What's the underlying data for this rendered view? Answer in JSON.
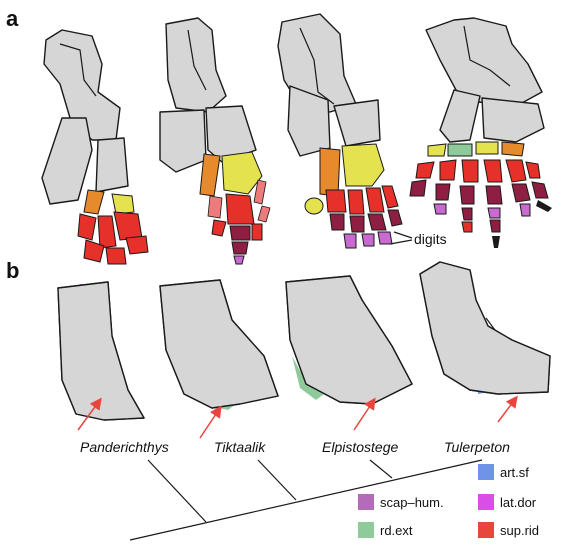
{
  "panels": {
    "a": {
      "letter": "a",
      "callout": "digits"
    },
    "b": {
      "letter": "b"
    }
  },
  "taxa": [
    "Panderichthys",
    "Tiktaalik",
    "Elpistostege",
    "Tulerpeton"
  ],
  "legend": [
    {
      "label": "art.sf",
      "color": "#6f93e6"
    },
    {
      "label": "scap–hum.",
      "color": "#b46bb9"
    },
    {
      "label": "lat.dor",
      "color": "#d94ee6"
    },
    {
      "label": "rd.ext",
      "color": "#8fca9a"
    },
    {
      "label": "sup.rid",
      "color": "#e8453c"
    }
  ],
  "colors": {
    "bone": "#d6d6d6",
    "carpal_yellow": "#e4e24e",
    "carpal_orange": "#e68a2c",
    "radial_red": "#e6302a",
    "radial_pink": "#ee7b7b",
    "digit_maroon": "#8e1f43",
    "digit_purple": "#c86ad0"
  }
}
